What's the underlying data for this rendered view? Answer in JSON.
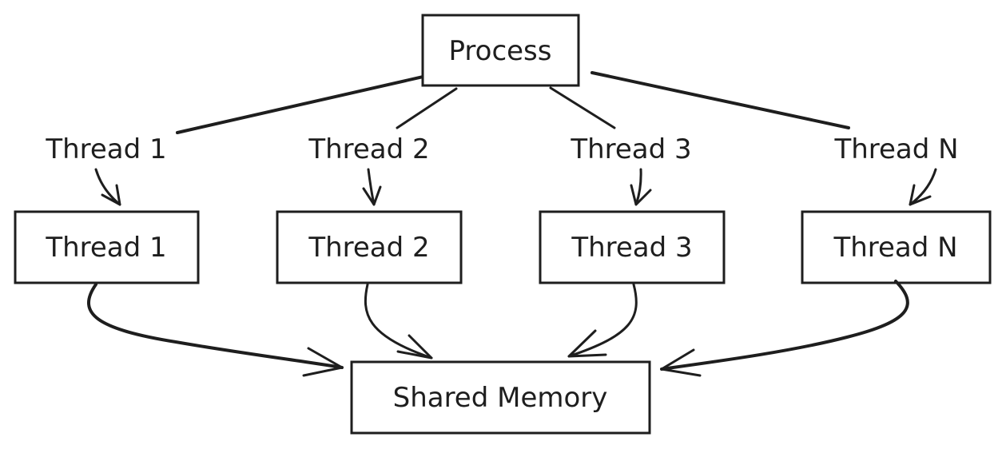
{
  "diagram": {
    "root": {
      "label": "Process"
    },
    "thread_labels": [
      "Thread 1",
      "Thread 2",
      "Thread 3",
      "Thread N"
    ],
    "thread_boxes": [
      "Thread 1",
      "Thread 2",
      "Thread 3",
      "Thread N"
    ],
    "memory": {
      "label": "Shared Memory"
    }
  },
  "colors": {
    "stroke": "#1e1e1e",
    "background": "#ffffff"
  }
}
